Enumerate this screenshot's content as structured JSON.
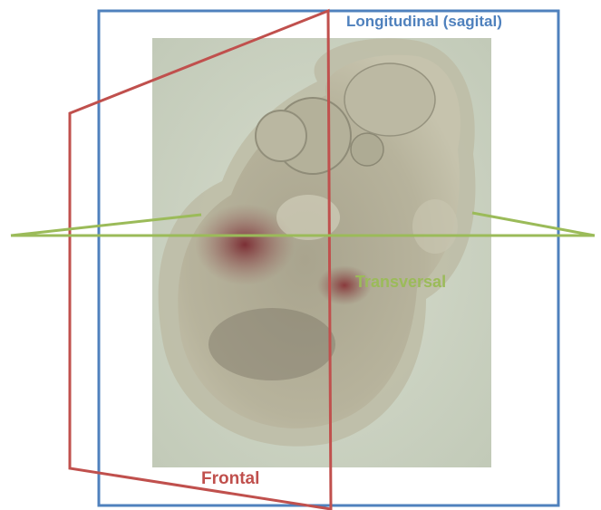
{
  "planes": {
    "sagittal": {
      "label": "Longitudinal (sagital)",
      "color": "#4f81bd"
    },
    "frontal": {
      "label": "Frontal",
      "color": "#c0504d"
    },
    "transverse": {
      "label": "Transversal",
      "color": "#9bbb59"
    }
  },
  "photo": {
    "subject": "embryo-photograph",
    "background_color": "#cbd3c2"
  }
}
